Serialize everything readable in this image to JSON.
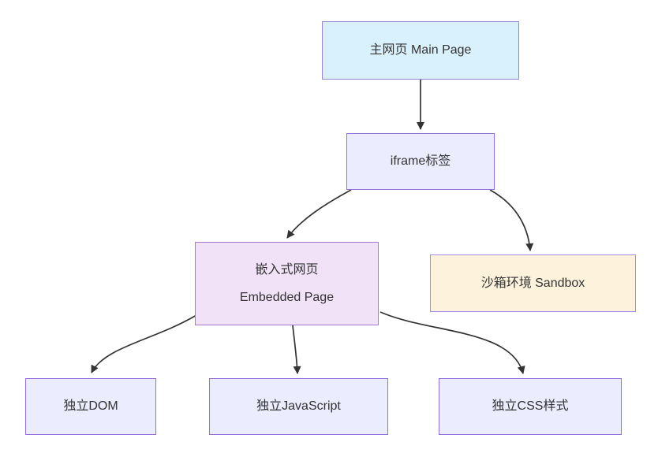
{
  "diagram": {
    "type": "flowchart",
    "direction": "top-down",
    "background": "#ffffff",
    "edge_color": "#333333",
    "text_color": "#333333",
    "nodes": [
      {
        "id": "main-page",
        "label": "主网页 Main Page",
        "fill": "#d9f1fc",
        "border": "#9683dc"
      },
      {
        "id": "iframe-tag",
        "label": "iframe标签",
        "fill": "#ececff",
        "border": "#9370db"
      },
      {
        "id": "embedded-page",
        "label": "嵌入式网页\nEmbedded Page",
        "fill": "#f1e2f8",
        "border": "#a579d8"
      },
      {
        "id": "sandbox",
        "label": "沙箱环境 Sandbox",
        "fill": "#fdf2dc",
        "border": "#a78bec"
      },
      {
        "id": "independent-dom",
        "label": "独立DOM",
        "fill": "#ececff",
        "border": "#9370db"
      },
      {
        "id": "independent-javascript",
        "label": "独立JavaScript",
        "fill": "#ececff",
        "border": "#9370db"
      },
      {
        "id": "independent-css",
        "label": "独立CSS样式",
        "fill": "#ececff",
        "border": "#9370db"
      }
    ],
    "edges": [
      {
        "from": "main-page",
        "to": "iframe-tag"
      },
      {
        "from": "iframe-tag",
        "to": "embedded-page"
      },
      {
        "from": "iframe-tag",
        "to": "sandbox"
      },
      {
        "from": "embedded-page",
        "to": "independent-dom"
      },
      {
        "from": "embedded-page",
        "to": "independent-javascript"
      },
      {
        "from": "embedded-page",
        "to": "independent-css"
      }
    ]
  }
}
